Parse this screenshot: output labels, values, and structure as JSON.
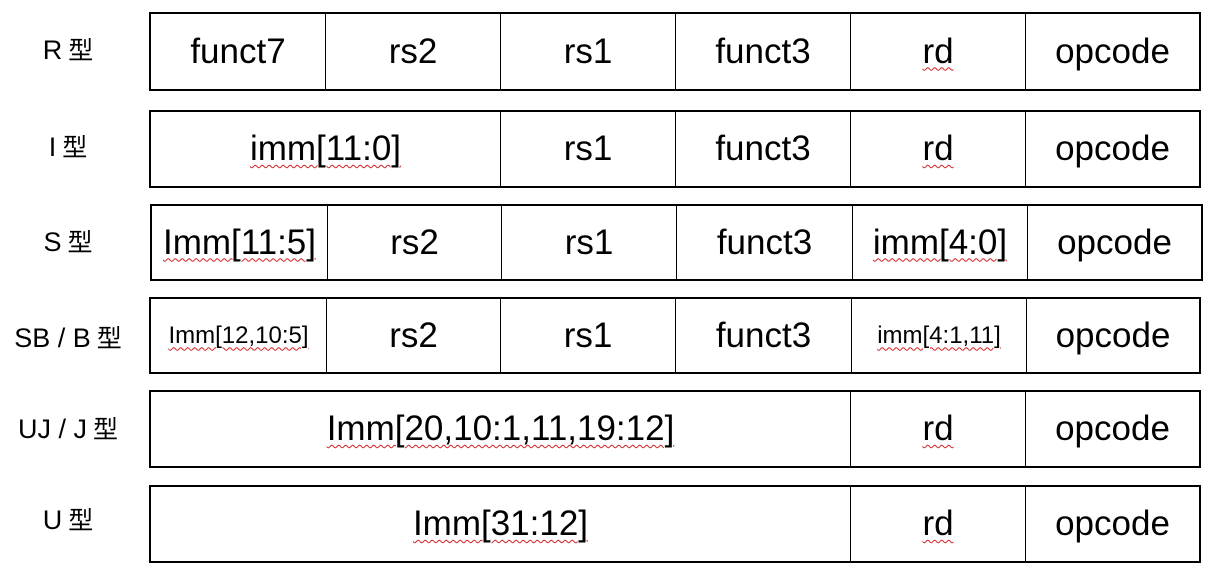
{
  "rows": [
    {
      "label": "R",
      "suffix": "型",
      "fields": [
        "funct7",
        "rs2",
        "rs1",
        "funct3",
        "rd",
        "opcode"
      ]
    },
    {
      "label": "I",
      "suffix": "型",
      "fields": [
        "imm[11:0]",
        "rs1",
        "funct3",
        "rd",
        "opcode"
      ]
    },
    {
      "label": "S",
      "suffix": "型",
      "fields": [
        "Imm[11:5]",
        "rs2",
        "rs1",
        "funct3",
        "imm[4:0]",
        "opcode"
      ]
    },
    {
      "label": "SB / B",
      "suffix": "型",
      "fields": [
        "Imm[12,10:5]",
        "rs2",
        "rs1",
        "funct3",
        "imm[4:1,11]",
        "opcode"
      ]
    },
    {
      "label": "UJ / J",
      "suffix": "型",
      "fields": [
        "Imm[20,10:1,11,19:12]",
        "rd",
        "opcode"
      ]
    },
    {
      "label": "U",
      "suffix": "型",
      "fields": [
        "Imm[31:12]",
        "rd",
        "opcode"
      ]
    }
  ]
}
